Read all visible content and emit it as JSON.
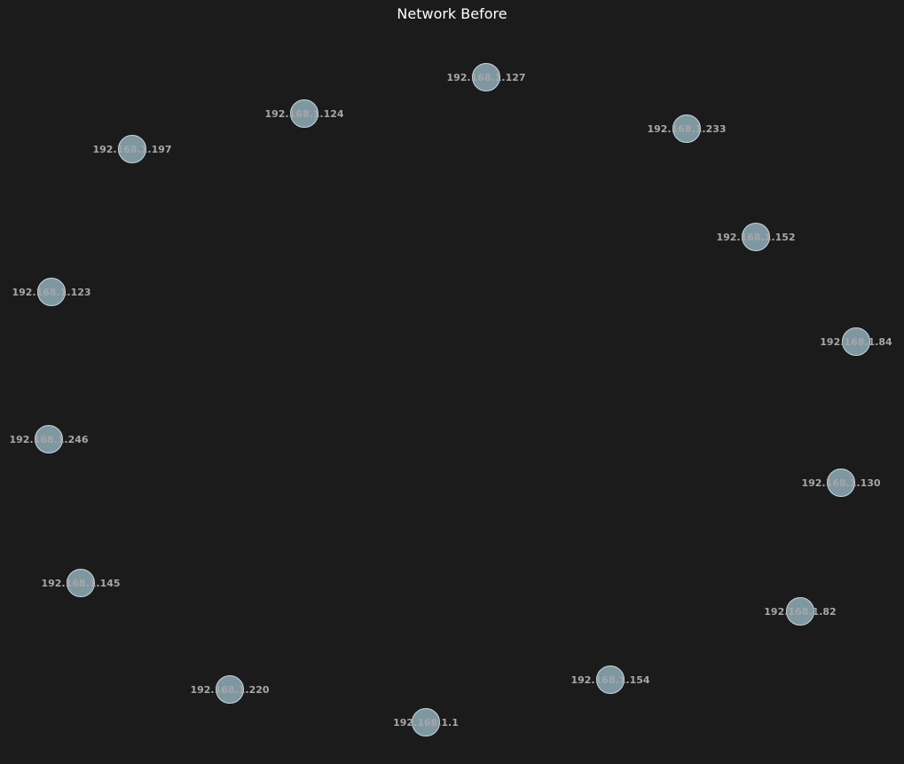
{
  "title": "Network Before",
  "colors": {
    "background": "#1b1b1b",
    "node_fill": "#7d98a1",
    "node_stroke": "#c9d6dc",
    "label": "#a7a7a7",
    "title": "#ffffff"
  },
  "nodes": [
    {
      "id": "192.168.1.127"
    },
    {
      "id": "192.168.1.124"
    },
    {
      "id": "192.168.1.233"
    },
    {
      "id": "192.168.1.197"
    },
    {
      "id": "192.168.1.152"
    },
    {
      "id": "192.168.1.123"
    },
    {
      "id": "192.168.1.84"
    },
    {
      "id": "192.168.1.246"
    },
    {
      "id": "192.168.1.130"
    },
    {
      "id": "192.168.1.145"
    },
    {
      "id": "192.168.1.82"
    },
    {
      "id": "192.168.1.154"
    },
    {
      "id": "192.168.1.220"
    },
    {
      "id": "192.168.1.1"
    }
  ],
  "edges": []
}
